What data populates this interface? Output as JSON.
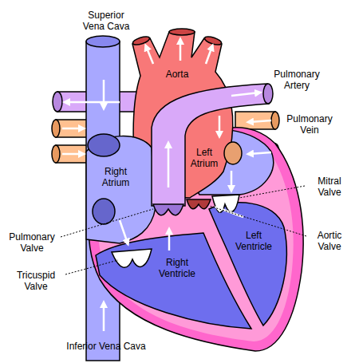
{
  "diagram": {
    "labels": [
      "Superior Vena Cava",
      "Aorta",
      "Pulmonary Artery",
      "Pulmonary Vein",
      "Left Atrium",
      "Mitral Valve",
      "Right Atrium",
      "Pulmonary Valve",
      "Aortic Valve",
      "Left Ventricle",
      "Tricuspid Valve",
      "Right Ventricle",
      "Inferior Vena Cava"
    ]
  }
}
